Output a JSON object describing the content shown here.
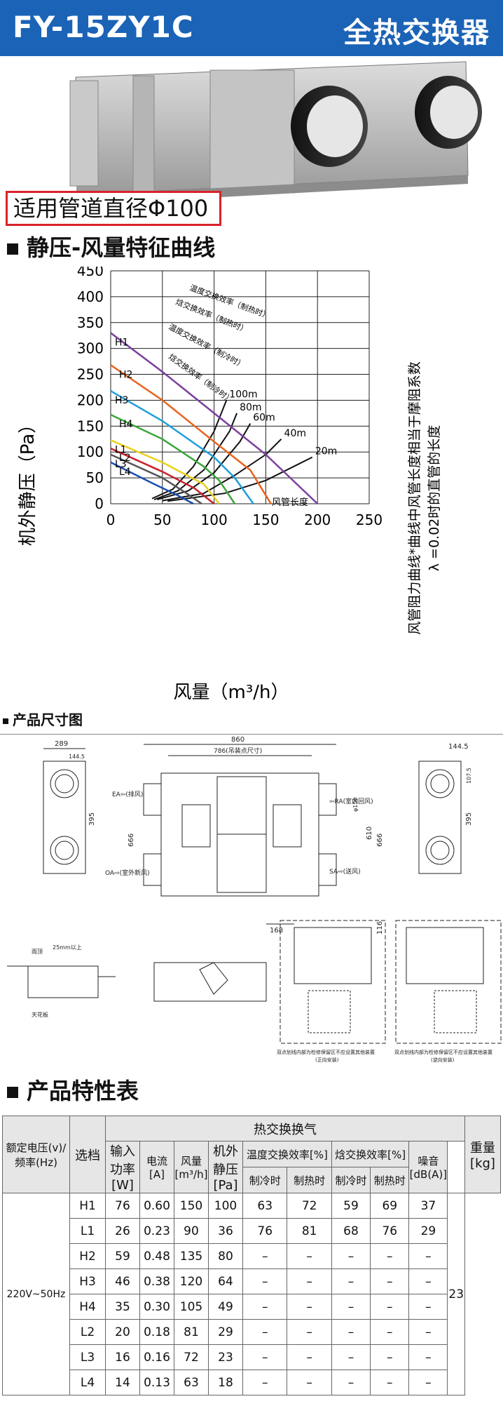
{
  "header": {
    "model": "FY-15ZY1C",
    "name": "全热交换器"
  },
  "product": {
    "duct_label": "适用管道直径Φ100"
  },
  "chart": {
    "title": "静压-风量特征曲线",
    "ylabel": "机外静压（Pa）",
    "xlabel": "风量（m³/h）",
    "side_note_1": "风管阻力曲线*曲线中风管长度相当于摩阻系数",
    "side_note_2": "λ =0.02时的直管的长度",
    "duct_length_label": "风管长度",
    "eff_labels": [
      "温度交换效率（制热时）",
      "焓交换效率（制热时）",
      "温度交换效率（制冷时）",
      "焓交换效率（制冷时）"
    ]
  },
  "chart_data": {
    "type": "line",
    "xlim": [
      0,
      250
    ],
    "ylim": [
      0,
      450
    ],
    "xticks": [
      0,
      50,
      100,
      150,
      200,
      250
    ],
    "yticks": [
      0,
      50,
      100,
      150,
      200,
      250,
      300,
      350,
      400,
      450
    ],
    "grid": true,
    "series": [
      {
        "name": "H1",
        "color": "#7b3f9e",
        "x": [
          0,
          50,
          100,
          150,
          200
        ],
        "y": [
          330,
          255,
          175,
          95,
          0
        ]
      },
      {
        "name": "H2",
        "color": "#e8641e",
        "x": [
          0,
          50,
          100,
          135,
          155
        ],
        "y": [
          268,
          200,
          120,
          65,
          0
        ]
      },
      {
        "name": "H3",
        "color": "#1ea0d8",
        "x": [
          0,
          50,
          100,
          120,
          138
        ],
        "y": [
          218,
          160,
          90,
          50,
          0
        ]
      },
      {
        "name": "H4",
        "color": "#3aa63a",
        "x": [
          0,
          50,
          90,
          105,
          120
        ],
        "y": [
          172,
          125,
          72,
          45,
          0
        ]
      },
      {
        "name": "L1",
        "color": "#e8d21e",
        "x": [
          0,
          50,
          90,
          105
        ],
        "y": [
          123,
          80,
          38,
          0
        ]
      },
      {
        "name": "L2",
        "color": "#c8202a",
        "x": [
          0,
          50,
          81,
          100
        ],
        "y": [
          107,
          62,
          30,
          0
        ]
      },
      {
        "name": "L3",
        "color": "#555555",
        "x": [
          0,
          50,
          72,
          88
        ],
        "y": [
          95,
          50,
          22,
          0
        ]
      },
      {
        "name": "L4",
        "color": "#1b4fb0",
        "x": [
          0,
          40,
          63,
          80
        ],
        "y": [
          80,
          40,
          18,
          0
        ]
      }
    ],
    "duct_curves": [
      {
        "name": "100m",
        "x": [
          40,
          60,
          80,
          100,
          112
        ],
        "y": [
          10,
          28,
          72,
          140,
          200
        ]
      },
      {
        "name": "80m",
        "x": [
          42,
          65,
          90,
          115,
          122
        ],
        "y": [
          8,
          25,
          65,
          140,
          175
        ]
      },
      {
        "name": "60m",
        "x": [
          45,
          75,
          100,
          125,
          135
        ],
        "y": [
          8,
          25,
          60,
          120,
          155
        ]
      },
      {
        "name": "40m",
        "x": [
          50,
          90,
          120,
          150,
          165
        ],
        "y": [
          6,
          20,
          55,
          95,
          125
        ]
      },
      {
        "name": "20m",
        "x": [
          55,
          110,
          150,
          180,
          195
        ],
        "y": [
          5,
          20,
          45,
          75,
          90
        ]
      }
    ]
  },
  "dims": {
    "title": "产品尺寸图",
    "d860": "860",
    "d786": "786(吊装点尺寸)",
    "d289": "289",
    "d1445": "144.5",
    "d1075": "107.5",
    "d395": "395",
    "d666": "666",
    "d610": "610",
    "d168": "168",
    "d116": "116",
    "d150": "φ150",
    "ea": "EA⇦(排风)",
    "oa": "OA⇨(室外新风)",
    "ra": "⇦RA(室内回风)",
    "sa": "SA⇨(送风)",
    "note_a": "双点划线内部为检修保留区不应设置其他装置",
    "note_a2": "(正向安装)",
    "note_b": "双点划线内部为检修保留区不应设置其他装置",
    "note_b2": "(逆向安装)",
    "ceiling": "天花板",
    "slope": "25mm以上",
    "rain": "雨顶"
  },
  "spec": {
    "title": "产品特性表",
    "headers": {
      "voltage": "额定电压(v)/频率(Hz)",
      "tap": "选档",
      "group": "热交换换气",
      "input": "输入功率[W]",
      "current": "电流[A]",
      "airflow": "风量[m³/h]",
      "static": "机外静压[Pa]",
      "temp_eff": "温度交换效率[%]",
      "enth_eff": "焓交换效率[%]",
      "noise": "噪音[dB(A)]",
      "weight": "重量[kg]",
      "cool": "制冷时",
      "heat": "制热时"
    },
    "voltage_value": "220V~50Hz",
    "weight_value": "23",
    "rows": [
      [
        "H1",
        "76",
        "0.60",
        "150",
        "100",
        "63",
        "72",
        "59",
        "69",
        "37"
      ],
      [
        "L1",
        "26",
        "0.23",
        "90",
        "36",
        "76",
        "81",
        "68",
        "76",
        "29"
      ],
      [
        "H2",
        "59",
        "0.48",
        "135",
        "80",
        "–",
        "–",
        "–",
        "–",
        "–"
      ],
      [
        "H3",
        "46",
        "0.38",
        "120",
        "64",
        "–",
        "–",
        "–",
        "–",
        "–"
      ],
      [
        "H4",
        "35",
        "0.30",
        "105",
        "49",
        "–",
        "–",
        "–",
        "–",
        "–"
      ],
      [
        "L2",
        "20",
        "0.18",
        "81",
        "29",
        "–",
        "–",
        "–",
        "–",
        "–"
      ],
      [
        "L3",
        "16",
        "0.16",
        "72",
        "23",
        "–",
        "–",
        "–",
        "–",
        "–"
      ],
      [
        "L4",
        "14",
        "0.13",
        "63",
        "18",
        "–",
        "–",
        "–",
        "–",
        "–"
      ]
    ]
  }
}
